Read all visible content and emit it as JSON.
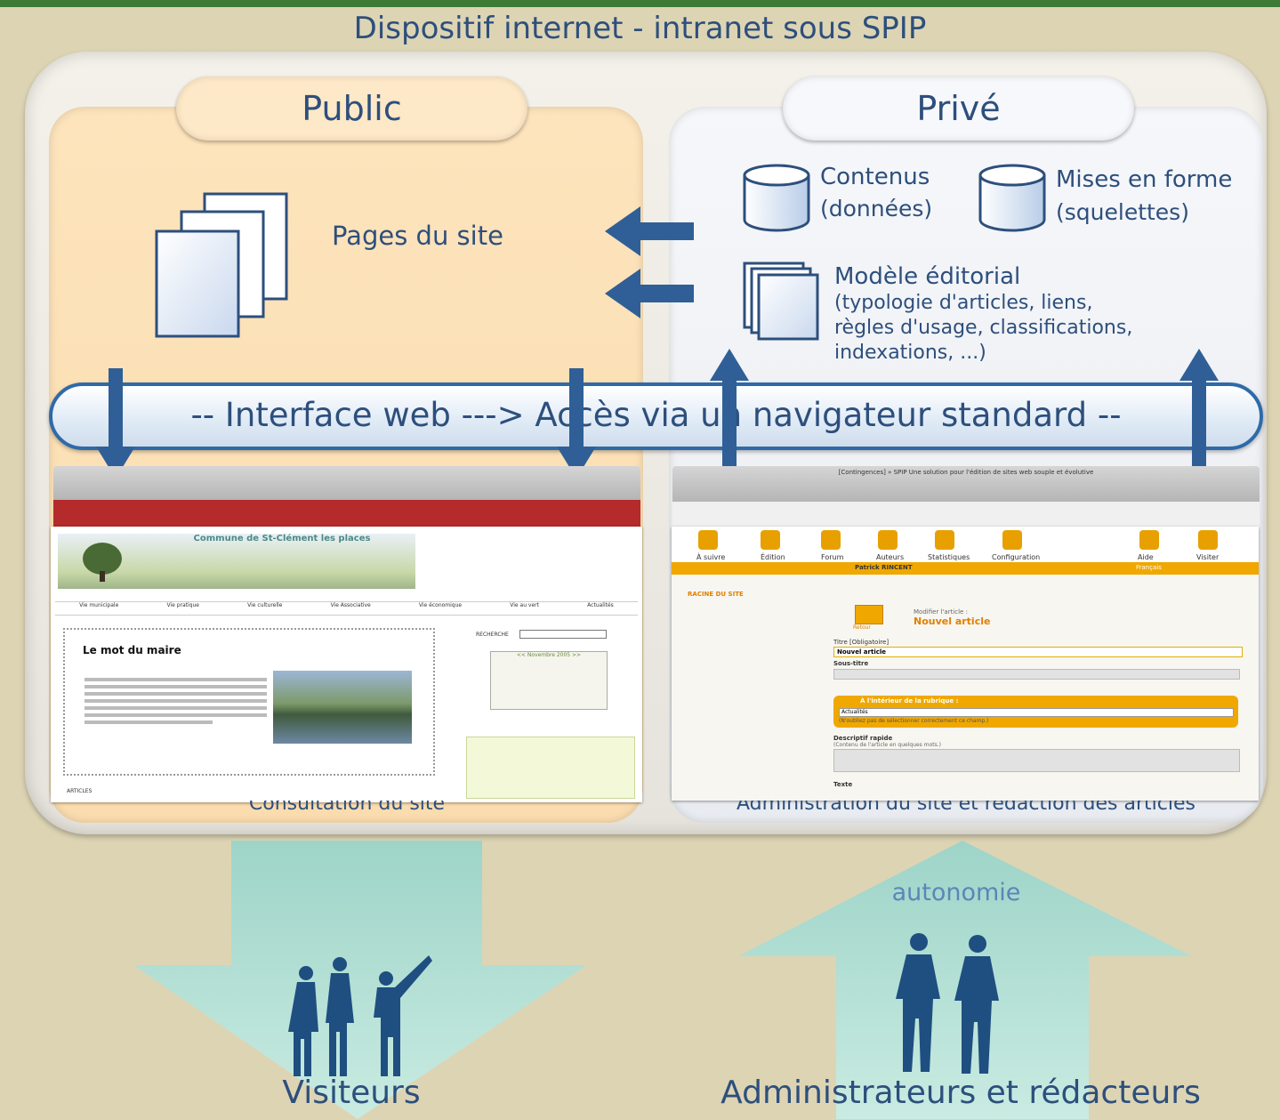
{
  "title": "Dispositif internet - intranet sous SPIP",
  "public": {
    "tab_label": "Public",
    "pages_label": "Pages du site",
    "caption": "Consultation du site"
  },
  "prive": {
    "tab_label": "Privé",
    "contenus_label": "Contenus",
    "contenus_sub": "(données)",
    "mises_label": "Mises en forme",
    "mises_sub": "(squelettes)",
    "modele_label": "Modèle éditorial",
    "modele_lines": [
      "(typologie d'articles, liens,",
      "règles d'usage, classifications,",
      "indexations, ...)"
    ],
    "caption": "Administration du site et rédaction des articles"
  },
  "interface_bar": {
    "text": "--  Interface web  --->  Accès via un navigateur standard  --"
  },
  "public_screenshot": {
    "site_title": "Commune de St-Clément les places",
    "heading": "Le mot du maire",
    "nav_items": [
      "Vie municipale",
      "Vie pratique",
      "Vie culturelle",
      "Vie Associative",
      "Vie économique",
      "Vie au vert",
      "Actualités"
    ],
    "recherche_label": "RECHERCHE",
    "calendar_month": "<< Novembre 2005 >>",
    "articles_label": "ARTICLES"
  },
  "admin_screenshot": {
    "window_title": "[Contingences] » SPIP  Une solution pour l'édition de sites web souple et évolutive",
    "toolbar_items": [
      "À suivre",
      "Édition",
      "Forum",
      "Auteurs",
      "Statistiques",
      "Configuration",
      "Aide",
      "Visiter"
    ],
    "user_name": "Patrick RINCENT",
    "language": "Français",
    "root_label": "RACINE DU SITE",
    "edit_prefix": "Modifier l'article :",
    "article_title": "Nouvel article",
    "titre_label": "Titre [Obligatoire]",
    "titre_value": "Nouvel article",
    "soustitre_label": "Sous-titre",
    "rubrique_label": "À l'intérieur de la rubrique :",
    "rubrique_value": "Actualités",
    "rubrique_hint": "(N'oubliez pas de sélectionner correctement ce champ.)",
    "descriptif_label": "Descriptif rapide",
    "descriptif_hint": "(Contenu de l'article en quelques mots.)",
    "texte_label": "Texte",
    "retour_label": "Retour"
  },
  "bottom": {
    "visiteurs": "Visiteurs",
    "autonomie": "autonomie",
    "admins": "Administrateurs et rédacteurs"
  }
}
